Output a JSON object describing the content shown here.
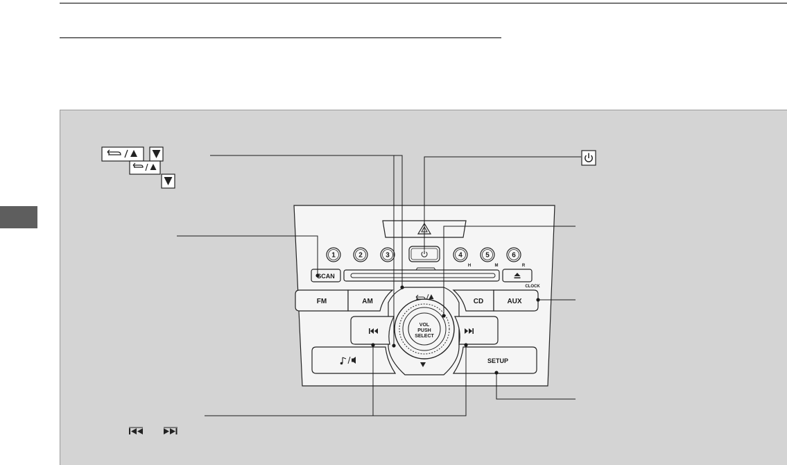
{
  "colors": {
    "panel_bg": "#d4d4d4",
    "unit_face": "#f5f5f5",
    "stroke": "#222222",
    "side_tab": "#5e5e5e",
    "icon_fill": "#ffffff"
  },
  "radio": {
    "presets": [
      "1",
      "2",
      "3",
      "4",
      "5",
      "6"
    ],
    "preset_markers": [
      "H",
      "M",
      "R"
    ],
    "scan_label": "SCAN",
    "fm_label": "FM",
    "am_label": "AM",
    "cd_label": "CD",
    "aux_label": "AUX",
    "clock_label": "CLOCK",
    "setup_label": "SETUP",
    "knob_line1": "VOL",
    "knob_line2": "PUSH",
    "knob_line3": "SELECT"
  },
  "icons": {
    "power": "power-icon",
    "hazard": "hazard-triangle-icon",
    "eject": "eject-icon",
    "back_up": "back-up-arrow-icon",
    "down": "down-arrow-icon",
    "skip_back": "skip-back-icon",
    "skip_forward": "skip-forward-icon",
    "sound_tone": "sound-icon"
  }
}
